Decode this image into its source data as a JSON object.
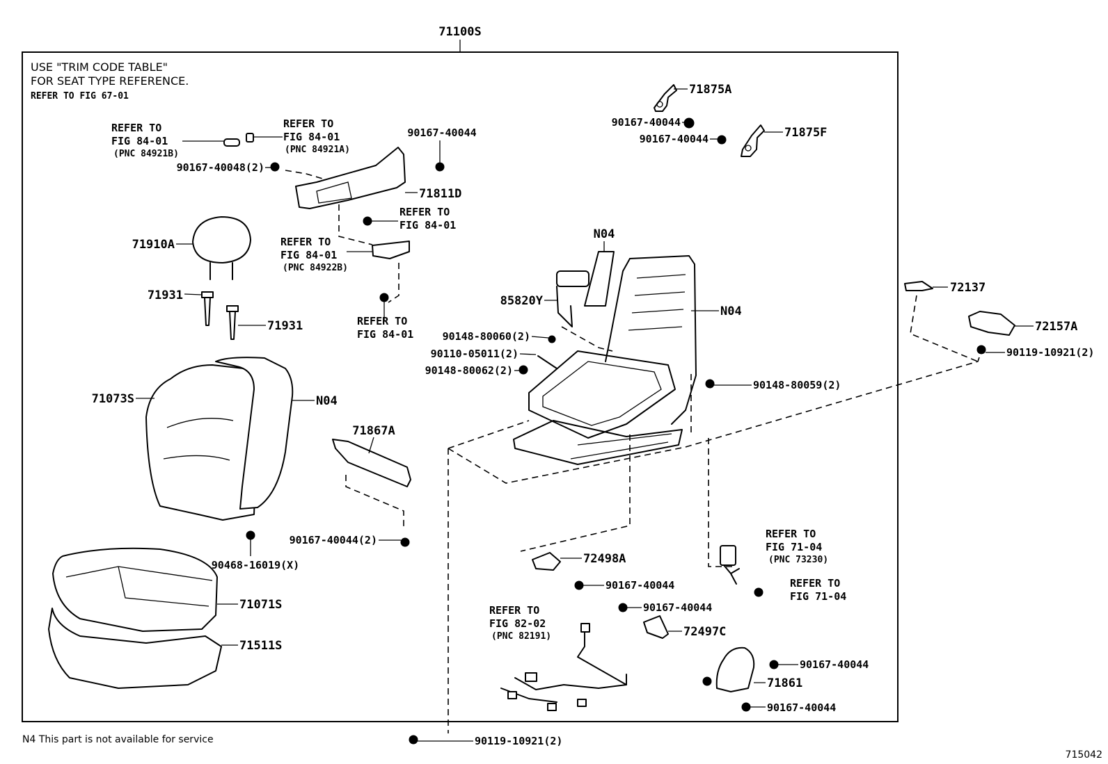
{
  "top_assembly": "71100S",
  "notes": {
    "trim_line1": "USE \"TRIM CODE TABLE\"",
    "trim_line2": "FOR SEAT TYPE REFERENCE.",
    "refer_fig": "REFER TO FIG 67-01"
  },
  "callouts": {
    "c71875A": "71875A",
    "c90167a": "90167-40044",
    "c90167b": "90167-40044",
    "c71875F": "71875F",
    "c90167c": "90167-40044",
    "c90167_48": "90167-40048(2)",
    "c71811D": "71811D",
    "c71910A": "71910A",
    "c71931a": "71931",
    "c71931b": "71931",
    "cN04a": "N04",
    "c85820Y": "85820Y",
    "cN04b": "N04",
    "c90148_60": "90148-80060(2)",
    "c90110": "90110-05011(2)",
    "c90148_62": "90148-80062(2)",
    "c90148_59": "90148-80059(2)",
    "c72137": "72137",
    "c72157A": "72157A",
    "c90119a": "90119-10921(2)",
    "c71073S": "71073S",
    "cN04c": "N04",
    "c71867A": "71867A",
    "c90167_2": "90167-40044(2)",
    "c90468": "90468-16019(X)",
    "c71071S": "71071S",
    "c71511S": "71511S",
    "c72498A": "72498A",
    "c90167d": "90167-40044",
    "c90167e": "90167-40044",
    "c72497C": "72497C",
    "c90167f": "90167-40044",
    "c71861": "71861",
    "c90167g": "90167-40044",
    "c90119b": "90119-10921(2)"
  },
  "refs": {
    "r1": [
      "REFER TO",
      "FIG 84-01",
      "(PNC 84921B)"
    ],
    "r2": [
      "REFER TO",
      "FIG 84-01",
      "(PNC 84921A)"
    ],
    "r3": [
      "REFER TO",
      "FIG 84-01"
    ],
    "r4": [
      "REFER TO",
      "FIG 84-01",
      "(PNC 84922B)"
    ],
    "r5": [
      "REFER TO",
      "FIG 84-01"
    ],
    "r6": [
      "REFER TO",
      "FIG 71-04",
      "(PNC 73230)"
    ],
    "r7": [
      "REFER TO",
      "FIG 71-04"
    ],
    "r8": [
      "REFER TO",
      "FIG 82-02",
      "(PNC 82191)"
    ]
  },
  "footnote": "N4  This part is not available for service",
  "figure_id": "715042"
}
